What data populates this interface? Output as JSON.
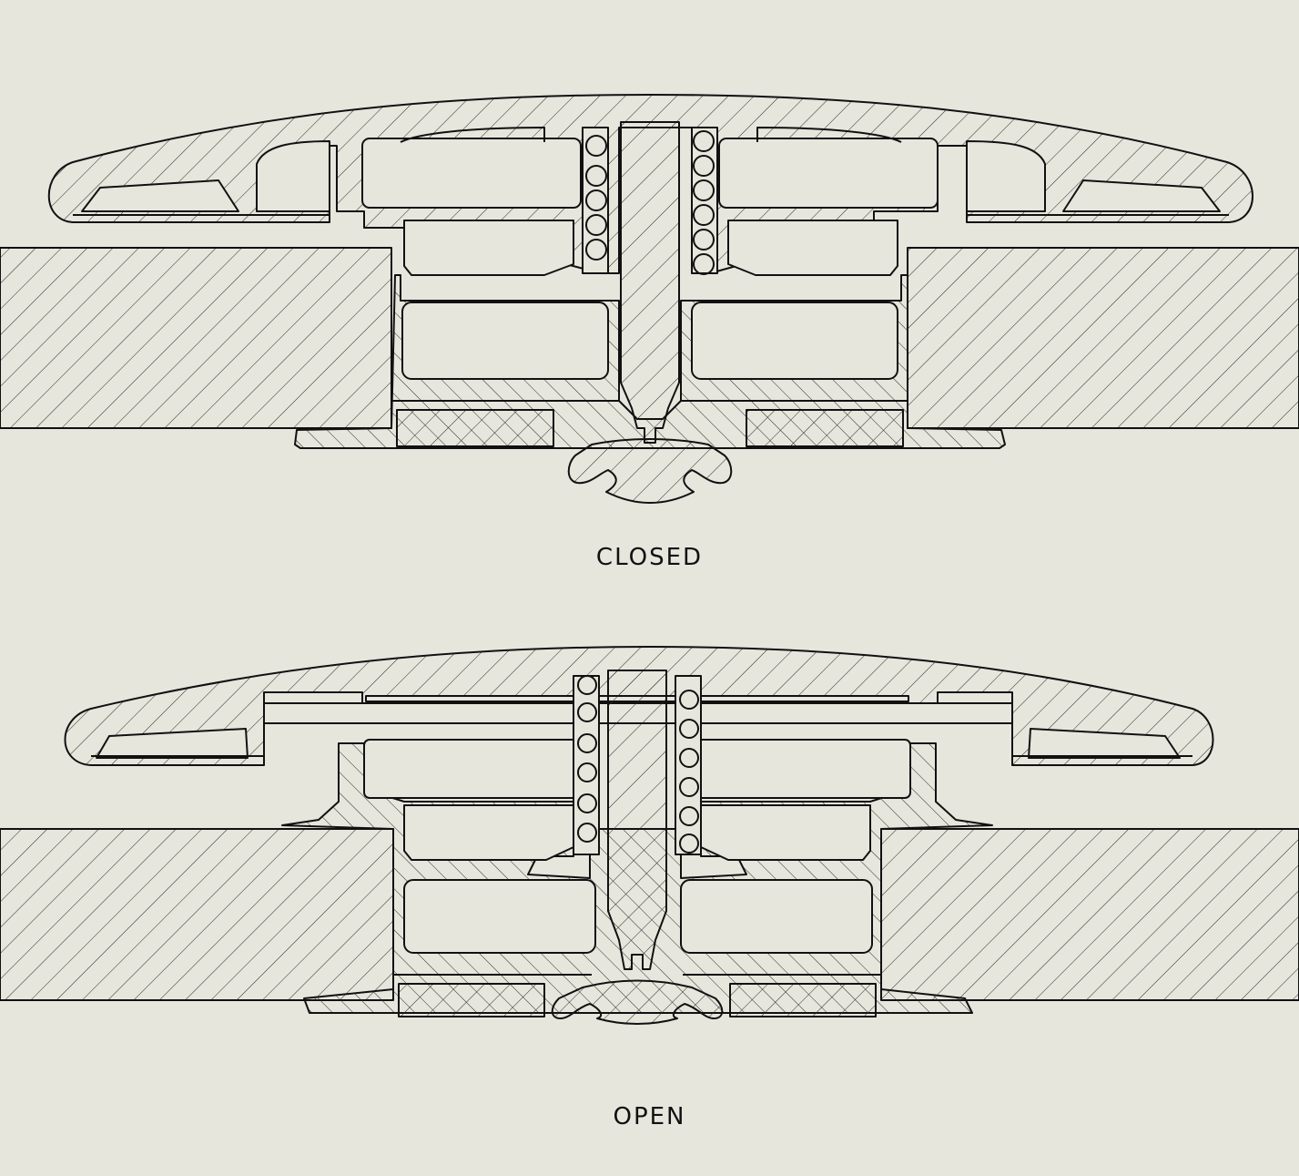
{
  "views": [
    {
      "state": "closed",
      "label": "CLOSED"
    },
    {
      "state": "open",
      "label": "OPEN"
    }
  ],
  "colors": {
    "background": "#e7e6dd",
    "line": "#111111",
    "hatch": "#2a2a2a"
  }
}
